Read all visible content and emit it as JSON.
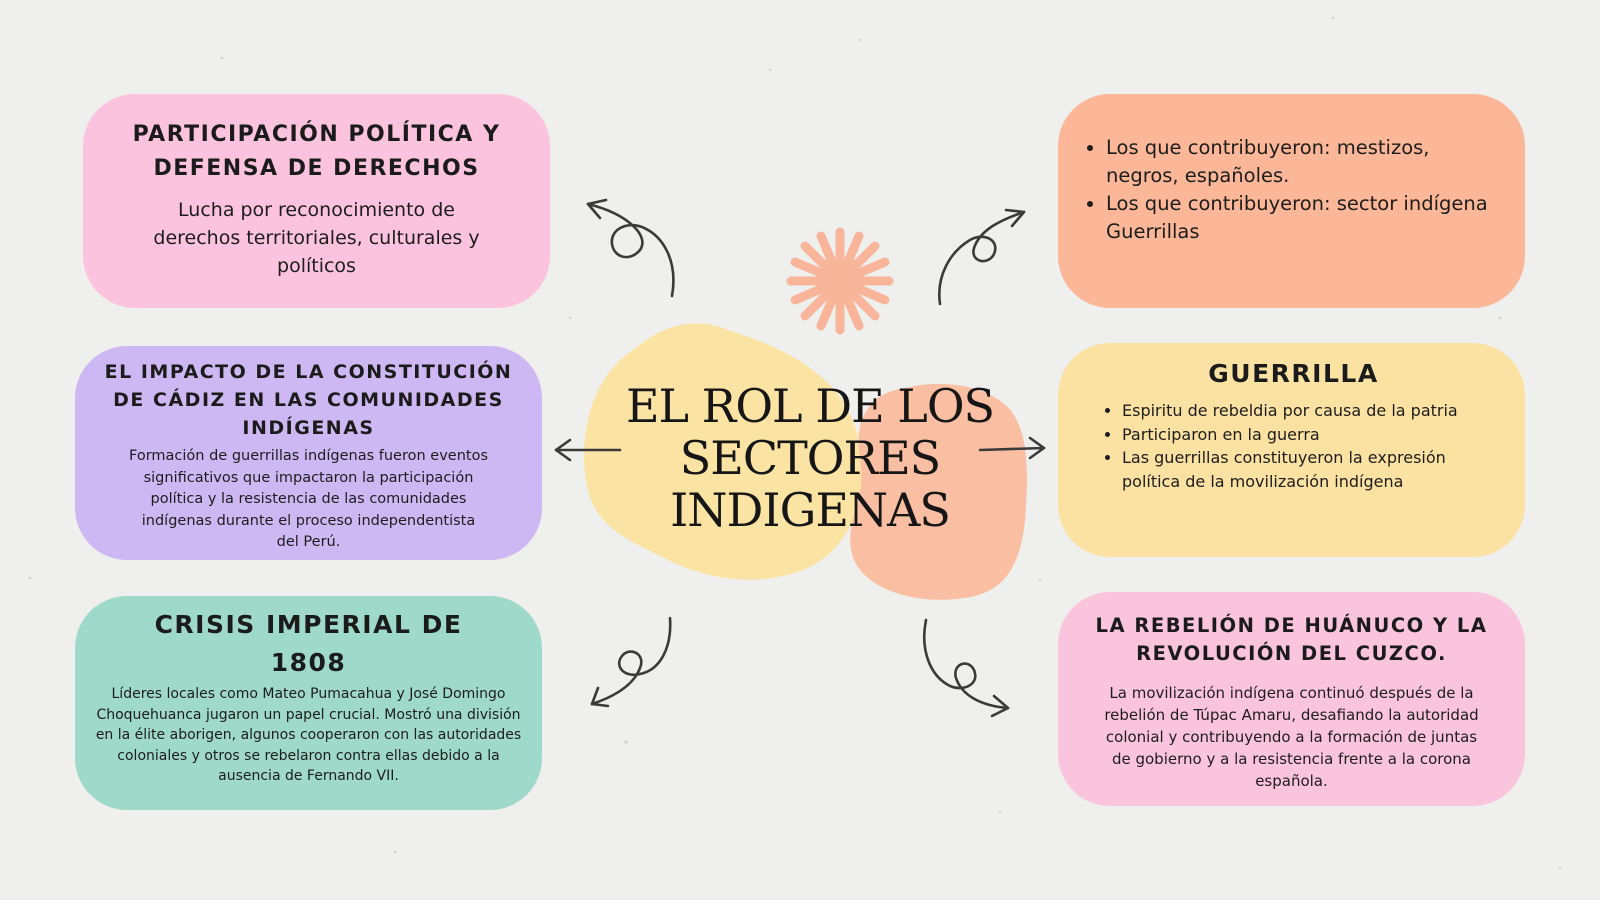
{
  "title": "EL ROL DE LOS SECTORES INDIGENAS",
  "colors": {
    "pink": "#fbc3dd",
    "lavender": "#cdb8f4",
    "mint": "#9fd9c9",
    "peach": "#fbb797",
    "yellow": "#fbe2a3",
    "blob_yellow": "#fae3a3",
    "blob_peach": "#fbbb9b",
    "starburst": "#f8b59a"
  },
  "cards": {
    "politica": {
      "heading": "PARTICIPACIÓN POLÍTICA Y DEFENSA DE DERECHOS",
      "body": "Lucha por reconocimiento de derechos territoriales, culturales y políticos"
    },
    "cadiz": {
      "heading": "EL IMPACTO DE LA CONSTITUCIÓN DE CÁDIZ EN LAS COMUNIDADES INDÍGENAS",
      "body": "Formación de guerrillas indígenas fueron eventos significativos que impactaron la participación política y la resistencia de las comunidades indígenas durante el proceso independentista del Perú."
    },
    "crisis": {
      "heading": "CRISIS IMPERIAL DE 1808",
      "body": "Líderes locales como Mateo Pumacahua y José Domingo Choquehuanca jugaron un papel crucial. Mostró una división en la élite aborigen, algunos cooperaron con las autoridades coloniales y otros se rebelaron contra ellas debido a la ausencia de Fernando VII."
    },
    "contrib": {
      "items": [
        "Los que contribuyeron: mestizos, negros, españoles.",
        "Los que contribuyeron: sector indígena Guerrillas"
      ]
    },
    "guerrilla": {
      "heading": "GUERRILLA",
      "items": [
        "Espiritu de rebeldia por causa de la patria",
        "Participaron en la guerra",
        "Las guerrillas constituyeron la expresión política de la movilización indígena"
      ]
    },
    "huanuco": {
      "heading": "LA REBELIÓN DE HUÁNUCO Y LA REVOLUCIÓN DEL CUZCO.",
      "body": "La movilización indígena continuó después de la rebelión de Túpac Amaru, desafiando la autoridad colonial y contribuyendo a la formación de juntas de gobierno y a la resistencia frente a la corona española."
    }
  }
}
